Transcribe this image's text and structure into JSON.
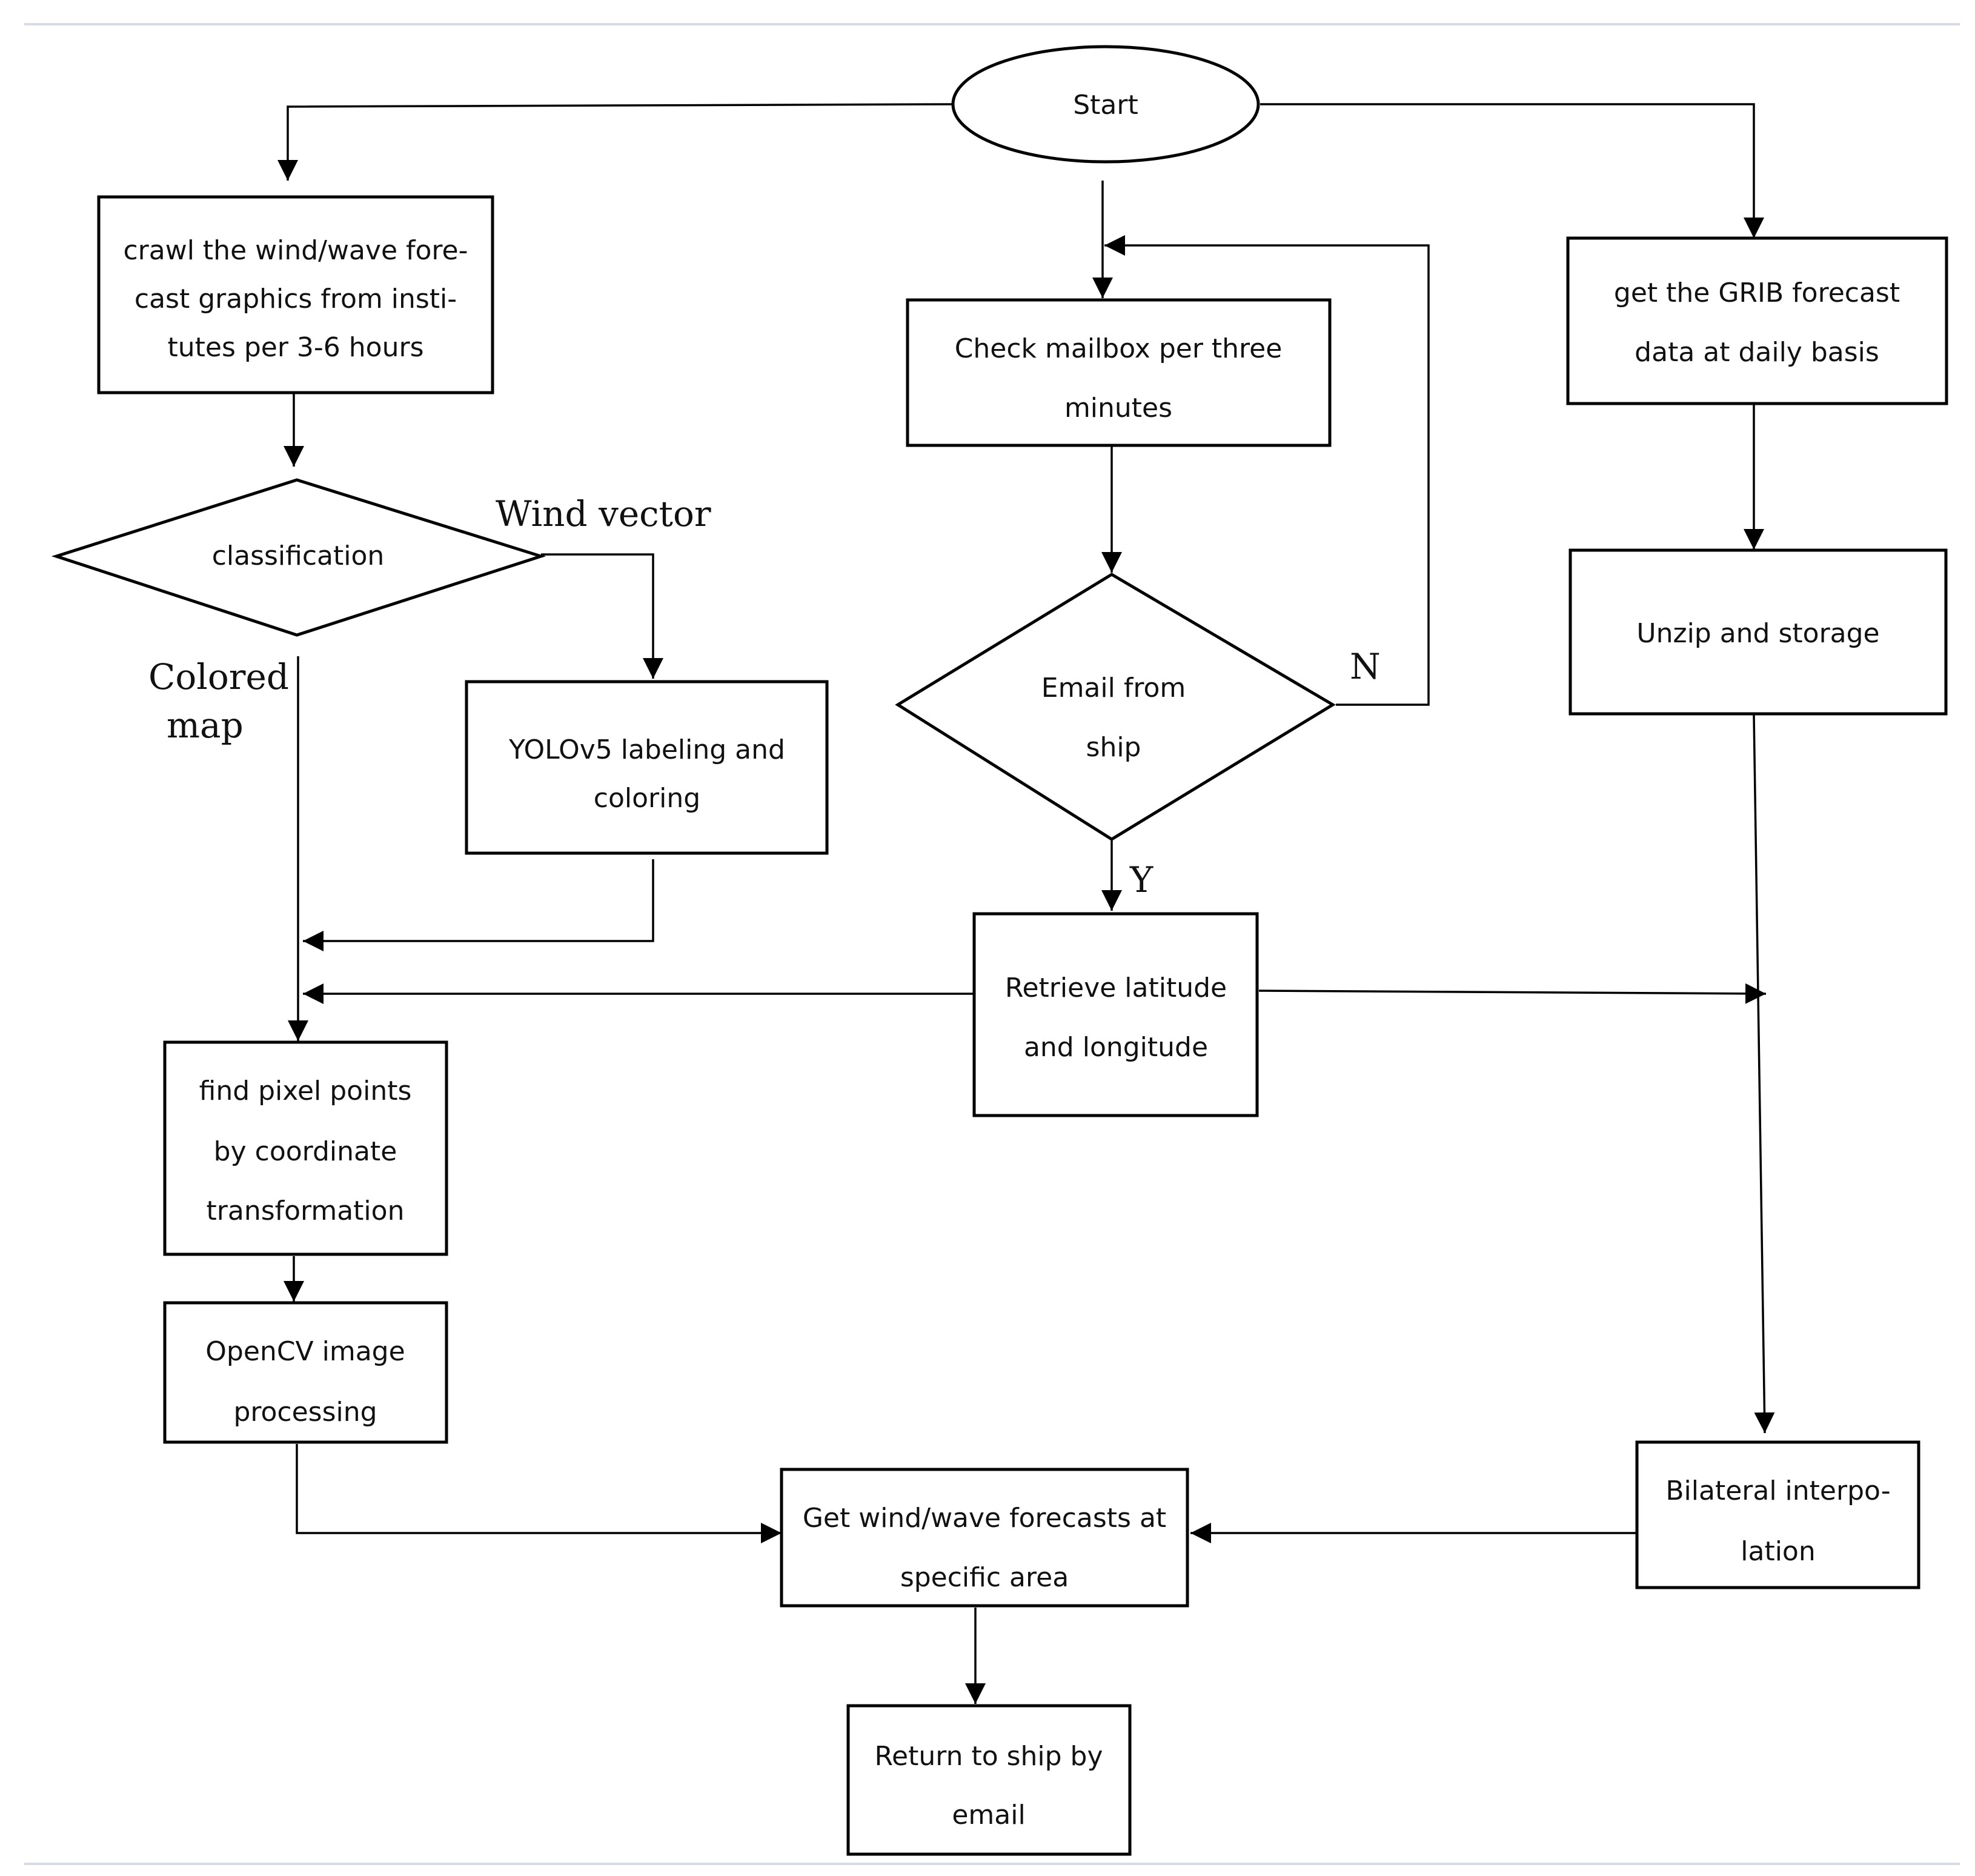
{
  "nodes": {
    "start": "Start",
    "crawl": [
      "crawl the wind/wave fore-",
      "cast graphics from insti-",
      "tutes per 3-6 hours"
    ],
    "classification": "classification",
    "yolo": [
      "YOLOv5 labeling and",
      "coloring"
    ],
    "check_mailbox": [
      "Check mailbox per three",
      "minutes"
    ],
    "email_from_ship": [
      "Email from",
      "ship"
    ],
    "retrieve": [
      "Retrieve latitude",
      "and longitude"
    ],
    "grib": [
      "get the GRIB forecast",
      "data at daily basis"
    ],
    "unzip": "Unzip and storage",
    "find_pixel": [
      "find pixel points",
      "by coordinate",
      "transformation"
    ],
    "opencv": [
      "OpenCV image",
      "processing"
    ],
    "get_forecasts": [
      "Get wind/wave forecasts at",
      "specific area"
    ],
    "bilateral": [
      "Bilateral interpo-",
      "lation"
    ],
    "return_ship": [
      "Return to ship by",
      "email"
    ]
  },
  "edge_labels": {
    "wind_vector": "Wind vector",
    "colored_map": [
      "Colored",
      "map"
    ],
    "no": "N",
    "yes": "Y"
  },
  "colors": {
    "stroke": "#000000",
    "background": "#ffffff",
    "frame": "#d7dbe3"
  }
}
